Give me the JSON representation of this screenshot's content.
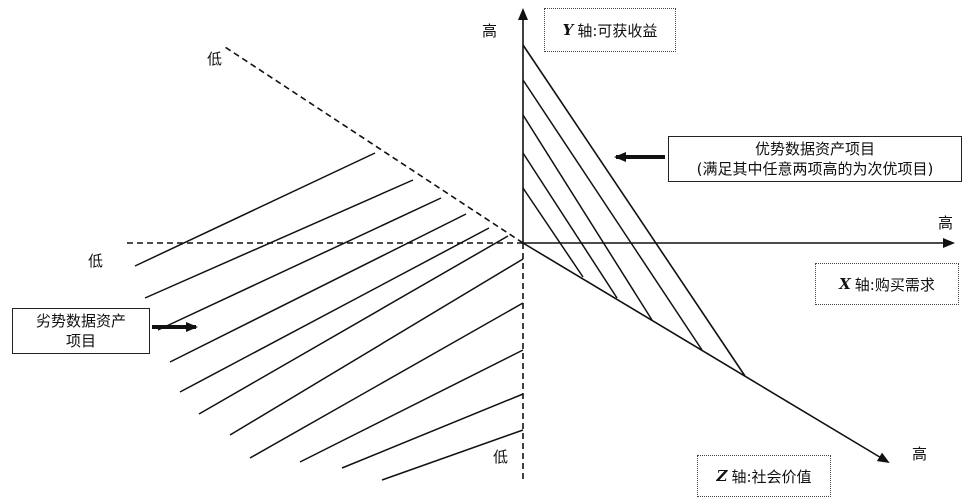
{
  "axes": {
    "y": {
      "letter": "Y",
      "title": "轴:可获收益",
      "high": "高",
      "low": "低"
    },
    "x": {
      "letter": "X",
      "title": "轴:购买需求",
      "high": "高",
      "low": "低"
    },
    "z": {
      "letter": "Z",
      "title": "轴:社会价值",
      "high": "高",
      "low": "低"
    }
  },
  "callouts": {
    "advantage": {
      "line1": "优势数据资产项目",
      "line2": "(满足其中任意两项高的为次优项目)"
    },
    "disadvantage": {
      "line1": "劣势数据资产",
      "line2": "项目"
    }
  }
}
